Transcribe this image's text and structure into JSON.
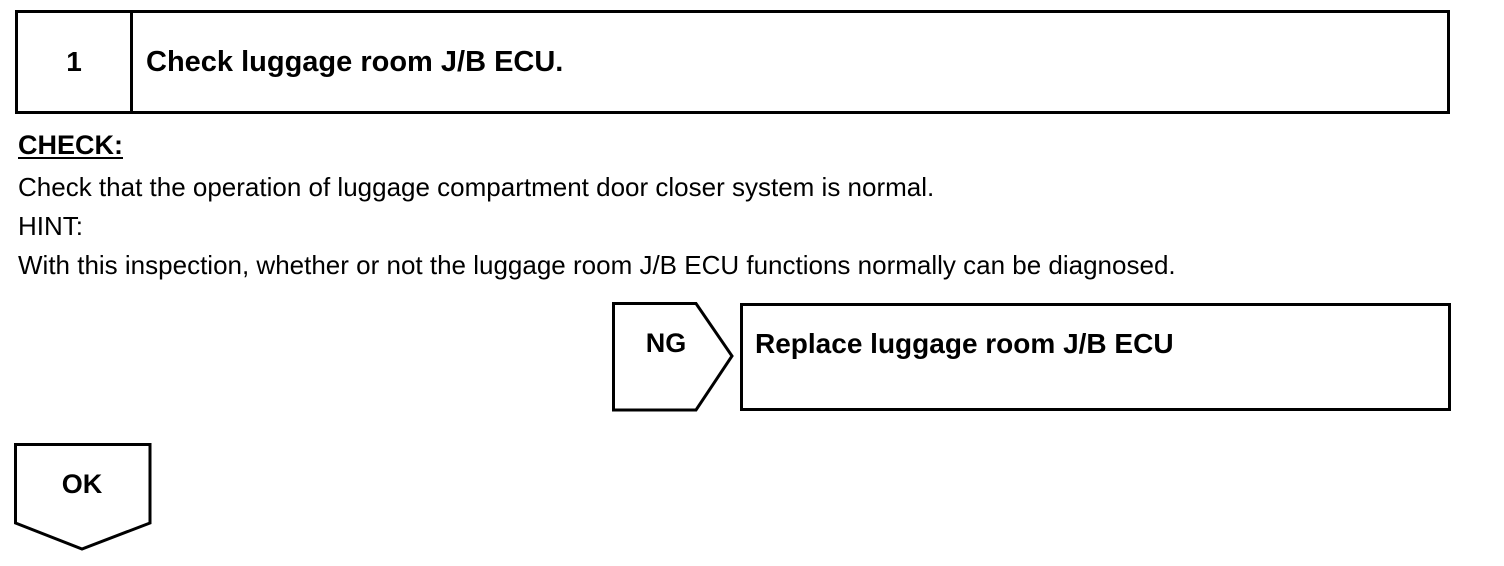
{
  "step": {
    "number": "1",
    "title": "Check luggage room J/B ECU."
  },
  "check": {
    "heading": "CHECK:",
    "instruction": "Check that the operation of luggage compartment door closer system is normal.",
    "hint_label": "HINT:",
    "hint_text": "With this inspection, whether or not the luggage room J/B ECU functions normally can be diagnosed."
  },
  "ng_branch": {
    "label": "NG",
    "action": "Replace luggage room J/B ECU"
  },
  "ok_branch": {
    "label": "OK"
  }
}
